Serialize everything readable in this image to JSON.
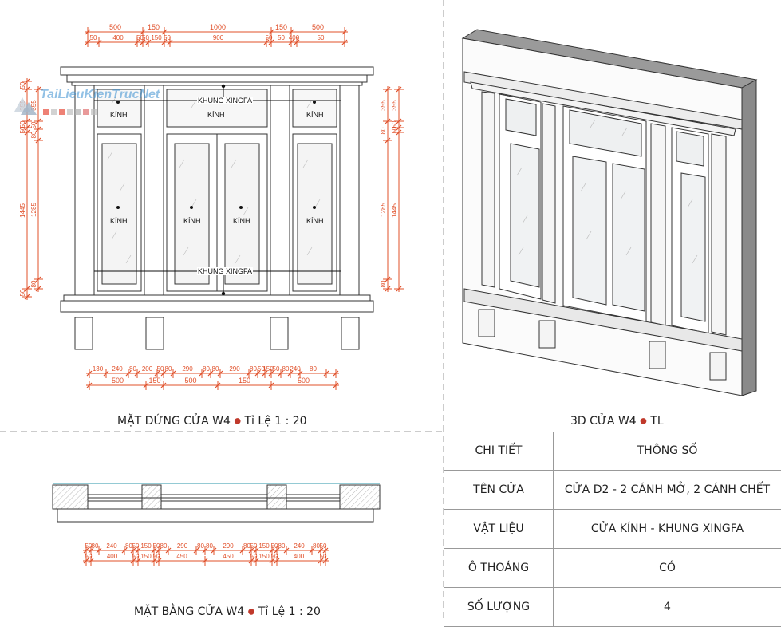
{
  "elevation": {
    "caption_title": "MẶT ĐỨNG CỬA W4",
    "caption_scale": "Tỉ Lệ 1 : 20",
    "top_dims_row1": [
      "500",
      "150",
      "1000",
      "150",
      "500"
    ],
    "top_dims_row2": [
      "50",
      "400",
      "50",
      "50",
      "150",
      "50",
      "900",
      "50",
      "50",
      "400",
      "50"
    ],
    "left_dims_outer": [
      "50",
      "355",
      "50",
      "50",
      "1445",
      "50"
    ],
    "left_dims_inner": [
      "355",
      "50",
      "80",
      "1285",
      "80"
    ],
    "right_dims_outer": [
      "355",
      "50",
      "50",
      "1445"
    ],
    "right_dims_inner": [
      "355",
      "80",
      "1285",
      "80"
    ],
    "bottom_dims_row1": [
      "130",
      "240",
      "80",
      "200",
      "50",
      "80",
      "290",
      "80",
      "80",
      "290",
      "80",
      "50",
      "150",
      "50",
      "80",
      "240",
      "80"
    ],
    "bottom_dims_row2": [
      "500",
      "150",
      "500",
      "150",
      "500"
    ],
    "labels": {
      "frame_top": "KHUNG XINGFA",
      "frame_bottom": "KHUNG XINGFA",
      "glass": "KÍNH"
    }
  },
  "view3d": {
    "caption_title": "3D CỬA W4",
    "caption_suffix": "TL"
  },
  "plan": {
    "caption_title": "MẶT BẰNG CỬA W4",
    "caption_scale": "Tỉ Lệ 1 : 20",
    "dims_row1": [
      "50",
      "80",
      "240",
      "80",
      "50",
      "150",
      "50",
      "80",
      "290",
      "80",
      "80",
      "290",
      "80",
      "50",
      "150",
      "50",
      "80",
      "240",
      "80",
      "50"
    ],
    "dims_row2": [
      "50",
      "400",
      "50",
      "150",
      "50",
      "450",
      "450",
      "50",
      "150",
      "50",
      "400",
      "50"
    ]
  },
  "spec_table": {
    "header": [
      "CHI TIẾT",
      "THÔNG SỐ"
    ],
    "rows": [
      [
        "TÊN CỬA",
        "CỬA D2 - 2 CÁNH MỞ, 2 CÁNH CHẾT"
      ],
      [
        "VẬT LIỆU",
        "CỬA KÍNH - KHUNG XINGFA"
      ],
      [
        "Ô THOÁNG",
        "CÓ"
      ],
      [
        "SỐ LƯỢNG",
        "4"
      ]
    ]
  },
  "watermark": "TaiLieuKienTrucNet",
  "colors": {
    "dimension": "#e0502a",
    "line": "#333333",
    "divider": "#9a9a9a"
  }
}
